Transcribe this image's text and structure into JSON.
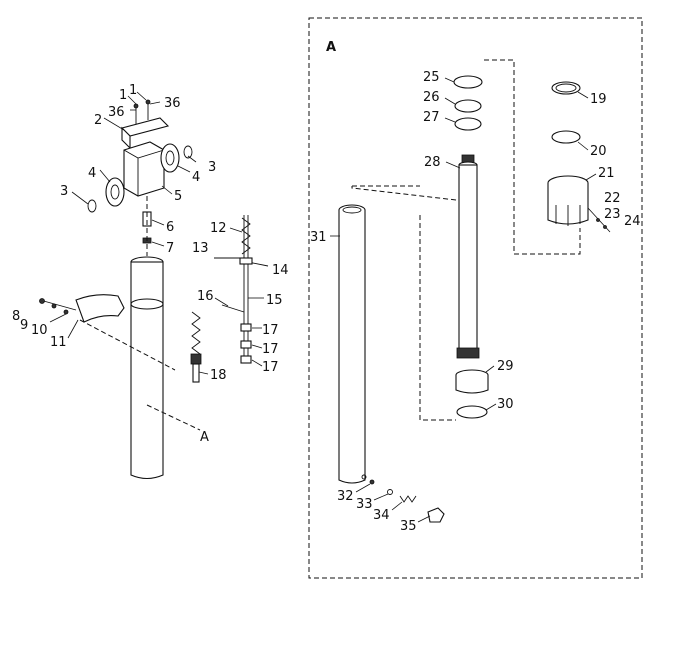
{
  "detail_view": {
    "label": "A"
  },
  "callouts": {
    "c1a": "1",
    "c1b": "1",
    "c36a": "36",
    "c36b": "36",
    "c2": "2",
    "c3a": "3",
    "c3b": "3",
    "c4a": "4",
    "c4b": "4",
    "c5": "5",
    "c6": "6",
    "c7": "7",
    "c8": "8",
    "c9": "9",
    "c10": "10",
    "c11": "11",
    "c12": "12",
    "c13": "13",
    "c14": "14",
    "c15": "15",
    "c16": "16",
    "c17a": "17",
    "c17b": "17",
    "c17c": "17",
    "c18": "18",
    "c19": "19",
    "c20": "20",
    "c21": "21",
    "c22": "22",
    "c23": "23",
    "c24": "24",
    "c25": "25",
    "c26": "26",
    "c27": "27",
    "c28": "28",
    "c29": "29",
    "c30": "30",
    "c31": "31",
    "c32": "32",
    "c33": "33",
    "c34": "34",
    "c35": "35",
    "refA": "A"
  },
  "colors": {
    "line": "#111111",
    "background": "#ffffff"
  }
}
